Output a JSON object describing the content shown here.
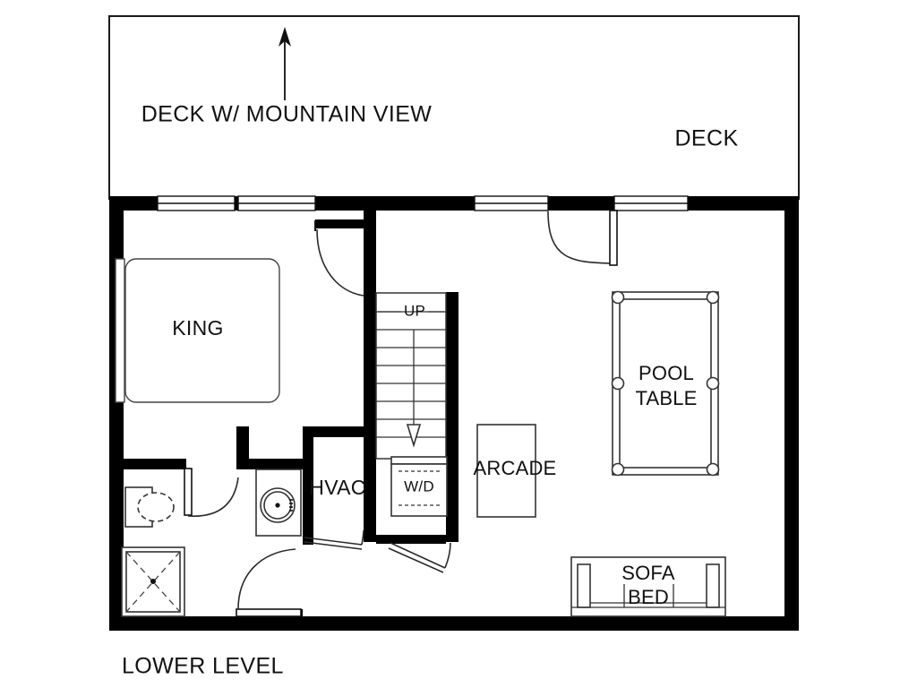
{
  "plan": {
    "title": "LOWER LEVEL",
    "line_color": "#000000",
    "background_color": "#ffffff",
    "outdoor": {
      "deck_label": "DECK",
      "view_label": "DECK W/ MOUNTAIN VIEW",
      "view_arrow": "north-arrow"
    },
    "rooms": [
      {
        "id": "king-bedroom",
        "label": "KING"
      },
      {
        "id": "hvac-closet",
        "label": "HVAC"
      },
      {
        "id": "laundry",
        "label": "W/D"
      },
      {
        "id": "stairs",
        "label": "UP"
      },
      {
        "id": "arcade",
        "label": "ARCADE"
      },
      {
        "id": "pool-table",
        "label": "POOL\nTABLE"
      },
      {
        "id": "sofa-bed",
        "label": "SOFA\nBED"
      }
    ],
    "labels": {
      "king": "KING",
      "hvac": "HVAC",
      "washer_dryer": "W/D",
      "stairs_up": "UP",
      "arcade": "ARCADE",
      "pool_line1": "POOL",
      "pool_line2": "TABLE",
      "sofa_line1": "SOFA",
      "sofa_line2": "BED",
      "deck": "DECK",
      "deck_view": "DECK W/ MOUNTAIN VIEW",
      "level": "LOWER LEVEL"
    },
    "fixtures": [
      {
        "id": "king-bed",
        "name": "king-bed"
      },
      {
        "id": "shower-stall",
        "name": "shower-stall"
      },
      {
        "id": "toilet",
        "name": "toilet"
      },
      {
        "id": "vanity-sink",
        "name": "vanity-counter"
      },
      {
        "id": "water-heater",
        "name": "water-heater"
      },
      {
        "id": "washer-dryer",
        "name": "washer-dryer-unit"
      },
      {
        "id": "pool-table-unit",
        "name": "pool-table"
      },
      {
        "id": "arcade-cabinet",
        "name": "arcade-cabinet"
      },
      {
        "id": "sofa-bed-unit",
        "name": "sofa-bed"
      }
    ],
    "openings": [
      {
        "id": "window-bedroom-a",
        "type": "window"
      },
      {
        "id": "window-bedroom-b",
        "type": "window"
      },
      {
        "id": "window-rec-room",
        "type": "window"
      },
      {
        "id": "window-deck-door",
        "type": "window"
      },
      {
        "id": "door-bedroom",
        "type": "swing-door"
      },
      {
        "id": "door-deck",
        "type": "swing-door"
      },
      {
        "id": "door-bathroom",
        "type": "swing-door"
      },
      {
        "id": "door-hall",
        "type": "swing-door"
      },
      {
        "id": "door-hvac",
        "type": "swing-door"
      },
      {
        "id": "door-laundry",
        "type": "swing-door"
      }
    ]
  }
}
